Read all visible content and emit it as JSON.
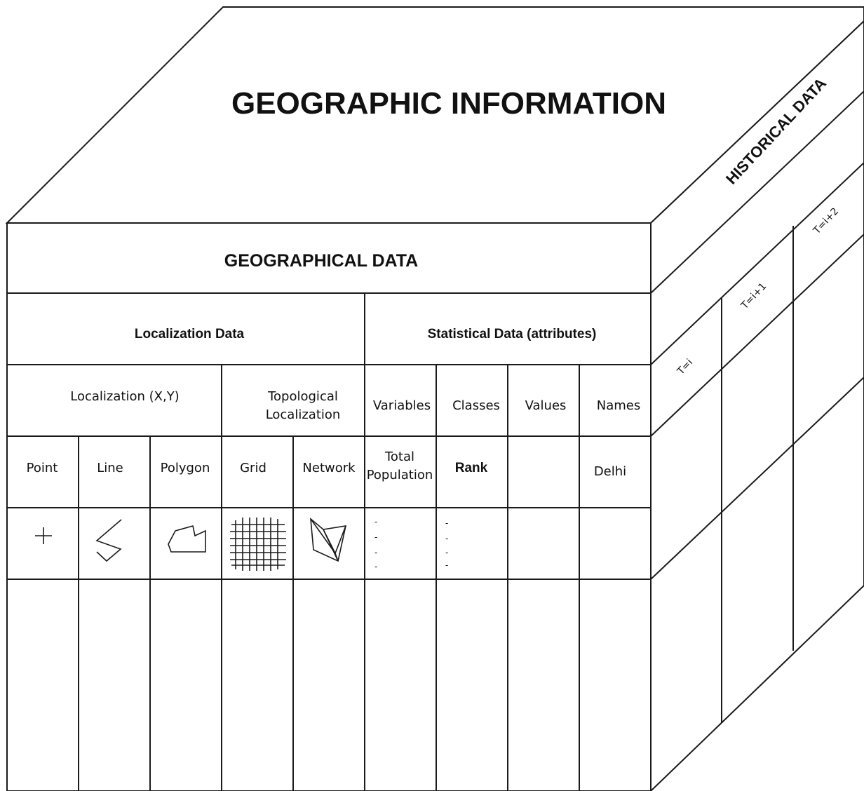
{
  "title": "GEOGRAPHIC INFORMATION",
  "geographical_data": "GEOGRAPHICAL DATA",
  "historical_data": "HISTORICAL DATA",
  "sections": {
    "localization": "Localization Data",
    "statistical": "Statistical Data (attributes)"
  },
  "subsections": {
    "localization_xy": "Localization (X,Y)",
    "topological": [
      "Topological",
      "Localization"
    ],
    "variables": "Variables",
    "classes": "Classes",
    "values": "Values",
    "names": "Names"
  },
  "row_items": {
    "point": "Point",
    "line": "Line",
    "polygon": "Polygon",
    "grid": "Grid",
    "network": "Network",
    "total_population": [
      "Total",
      "Population"
    ],
    "rank": "Rank",
    "delhi": "Delhi"
  },
  "time_labels": [
    "T=i",
    "T=i+1",
    "T=i+2"
  ],
  "placeholder_dash": "-",
  "icons": [
    "plus-icon",
    "zigzag-line-icon",
    "polygon-icon",
    "grid-icon",
    "network-icon"
  ]
}
